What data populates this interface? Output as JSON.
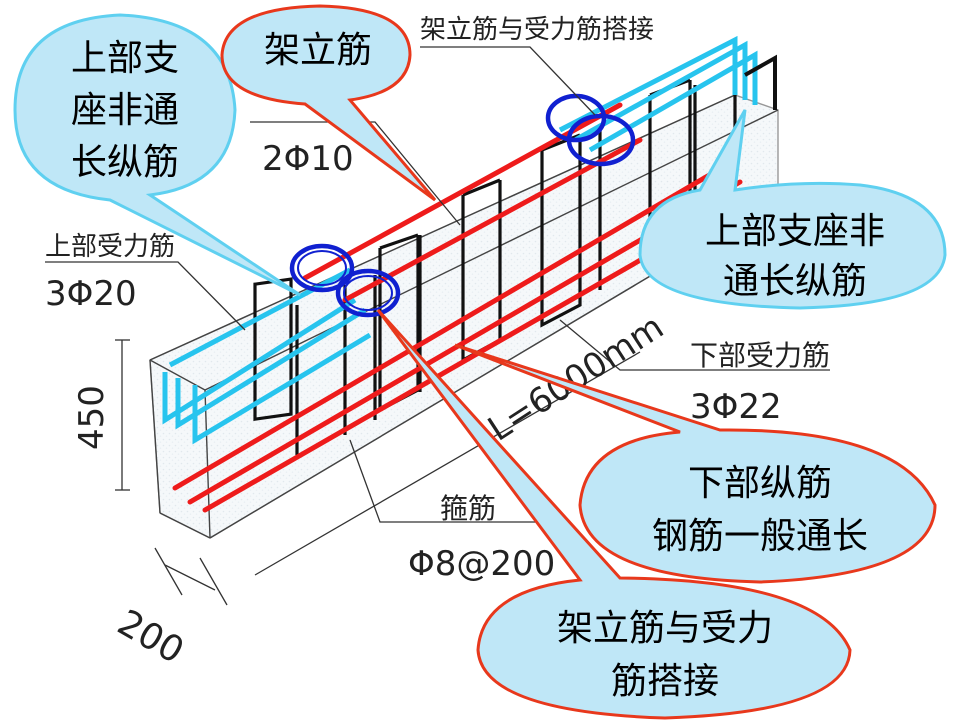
{
  "callouts": {
    "top_left": {
      "lines": [
        "上部支",
        "座非通",
        "长纵筋"
      ]
    },
    "erection": {
      "text": "架立筋"
    },
    "right_top": {
      "lines": [
        "上部支座非",
        "通长纵筋"
      ]
    },
    "bottom_long": {
      "lines": [
        "下部纵筋",
        "钢筋一般通长"
      ]
    },
    "lap": {
      "lines": [
        "架立筋与受力",
        "筋搭接"
      ]
    }
  },
  "labels": {
    "lap_note": "架立筋与受力筋搭接",
    "erection_spec": "2Φ10",
    "top_bar_name": "上部受力筋",
    "top_bar_spec": "3Φ20",
    "height_dim": "450",
    "length_dim": "L=6000mm",
    "bottom_bar_name": "下部受力筋",
    "bottom_bar_spec": "3Φ22",
    "stirrup_name": "箍筋",
    "stirrup_spec": "Φ8@200",
    "width_dim": "200"
  },
  "colors": {
    "callout_cyan_fill": "#bfe7f7",
    "callout_cyan_border": "#5fd0f0",
    "callout_red_border": "#e8381c",
    "rebar_red": "#ee1b1b",
    "rebar_cyan": "#27c4ee",
    "lap_ring": "#1020d0",
    "stirrup": "#111111"
  }
}
